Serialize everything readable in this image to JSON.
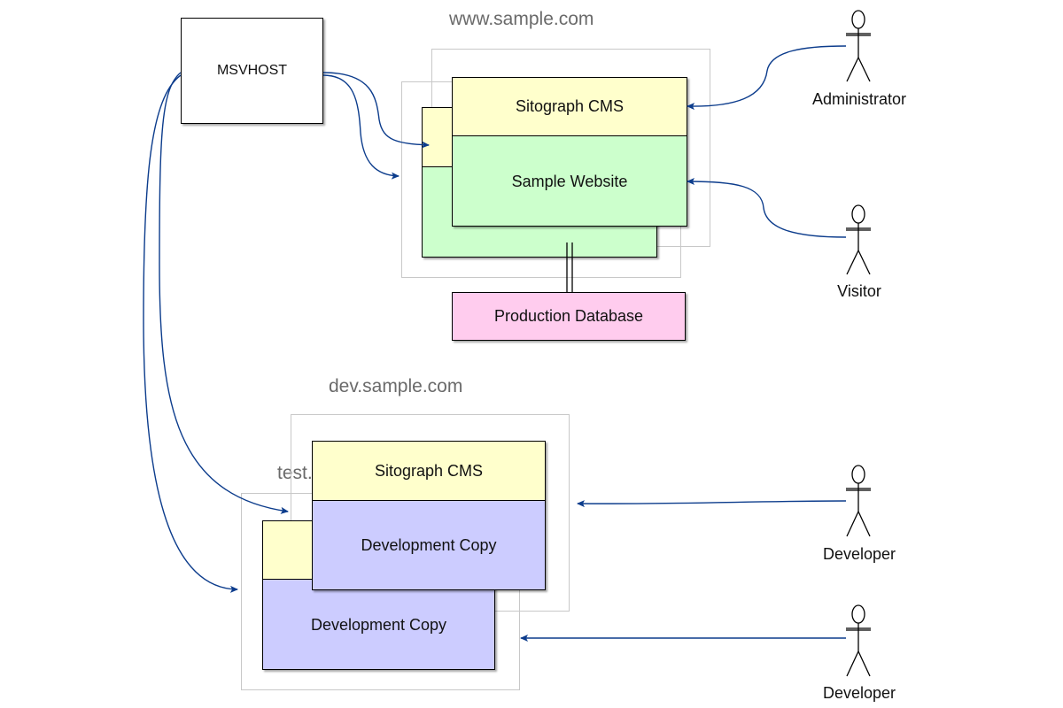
{
  "colors": {
    "cms": "#ffffcc",
    "website": "#ccffcc",
    "dev_copy": "#ccccff",
    "database": "#ffccee",
    "arrow": "#0c3c8c",
    "frame": "#c8c8c8"
  },
  "msvhost": {
    "label": "MSVHOST"
  },
  "production": {
    "host": "www.sample.com",
    "cms_label": "Sitograph CMS",
    "site_label": "Sample Website",
    "database_label": "Production Database"
  },
  "dev": {
    "host": "dev.sample.com",
    "cms_label": "Sitograph CMS",
    "copy_label": "Development Copy"
  },
  "test": {
    "host": "test.",
    "copy_label": "Development Copy"
  },
  "actors": {
    "administrator": "Administrator",
    "visitor": "Visitor",
    "developer_1": "Developer",
    "developer_2": "Developer"
  }
}
